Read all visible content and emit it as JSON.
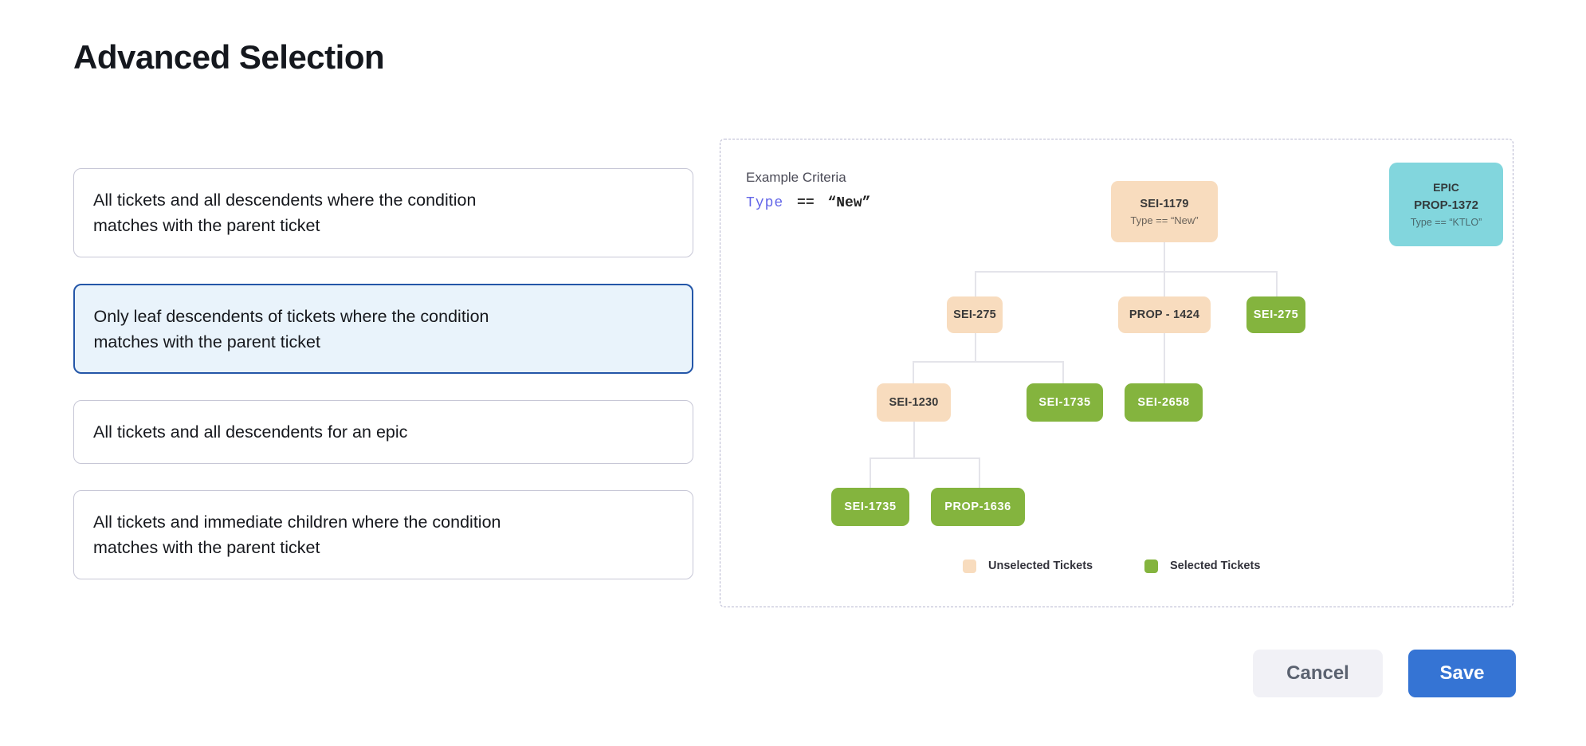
{
  "page": {
    "title": "Advanced Selection"
  },
  "options": [
    {
      "label": "All tickets and all descendents where the condition matches with the parent ticket",
      "selected": false
    },
    {
      "label": "Only leaf descendents of tickets where the condition matches with the parent ticket",
      "selected": true
    },
    {
      "label": "All tickets and all descendents for an epic",
      "selected": false
    },
    {
      "label": "All tickets and immediate children where the condition matches with the parent ticket",
      "selected": false
    }
  ],
  "panel": {
    "criteria_label": "Example Criteria",
    "criteria": {
      "field": "Type",
      "operator": "==",
      "value": "“New”"
    },
    "epic_card": {
      "type": "EPIC",
      "id": "PROP-1372",
      "condition": "Type == “KTLO”"
    },
    "tree": {
      "root": {
        "id": "SEI-1179",
        "condition": "Type == “New”",
        "status": "unselected"
      },
      "nodes": [
        {
          "id": "SEI-275",
          "status": "unselected",
          "parent": "SEI-1179"
        },
        {
          "id": "PROP - 1424",
          "status": "unselected",
          "parent": "SEI-1179"
        },
        {
          "id": "SEI-275",
          "status": "selected",
          "parent": "SEI-1179"
        },
        {
          "id": "SEI-1230",
          "status": "unselected",
          "parent": "SEI-275"
        },
        {
          "id": "SEI-1735",
          "status": "selected",
          "parent": "SEI-275"
        },
        {
          "id": "SEI-2658",
          "status": "selected",
          "parent": "PROP - 1424"
        },
        {
          "id": "SEI-1735",
          "status": "selected",
          "parent": "SEI-1230"
        },
        {
          "id": "PROP-1636",
          "status": "selected",
          "parent": "SEI-1230"
        }
      ]
    },
    "legend": [
      {
        "label": "Unselected Tickets",
        "color": "#f8dcbe"
      },
      {
        "label": "Selected Tickets",
        "color": "#84b43e"
      }
    ]
  },
  "footer": {
    "cancel_label": "Cancel",
    "save_label": "Save"
  },
  "colors": {
    "accent_blue": "#3574d4",
    "selected_card_border": "#2456a8",
    "selected_card_bg": "#e9f3fb",
    "unselected_ticket_fill": "#f8dcbe",
    "selected_ticket_fill": "#84b43e",
    "epic_fill": "#82d6dd",
    "criteria_field": "#6366e8",
    "connector_line": "#e4e4ea"
  }
}
